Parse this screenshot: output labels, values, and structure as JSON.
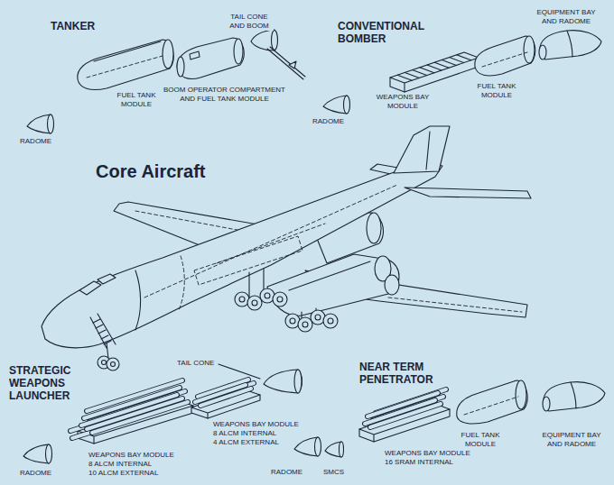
{
  "diagram": {
    "labels": [
      "TANKER",
      "TAIL CONE AND BOOM",
      "CONVENTIONAL BOMBER",
      "EQUIPMENT BAY AND RADOME",
      "BOOM OPERATOR COMPARTMENT AND FUEL TANK MODULE",
      "FUEL TANK MODULE",
      "WEAPONS BAY MODULE",
      "FUEL TANK MODULE",
      "RADOME",
      "RADOME",
      "Core Aircraft",
      "TAIL CONE",
      "STRATEGIC WEAPONS LAUNCHER",
      "NEAR TERM PENETRATOR",
      "WEAPONS BAY MODULE",
      "8 ALCM INTERNAL",
      "4 ALCM EXTERNAL",
      "EQUIPMENT BAY AND RADOME",
      "FUEL TANK MODULE",
      "WEAPONS BAY MODULE",
      "8 ALCM INTERNAL",
      "10 ALCM EXTERNAL",
      "WEAPONS BAY MODULE",
      "16 SRAM INTERNAL",
      "RADOME",
      "RADOME",
      "SMCS"
    ]
  }
}
